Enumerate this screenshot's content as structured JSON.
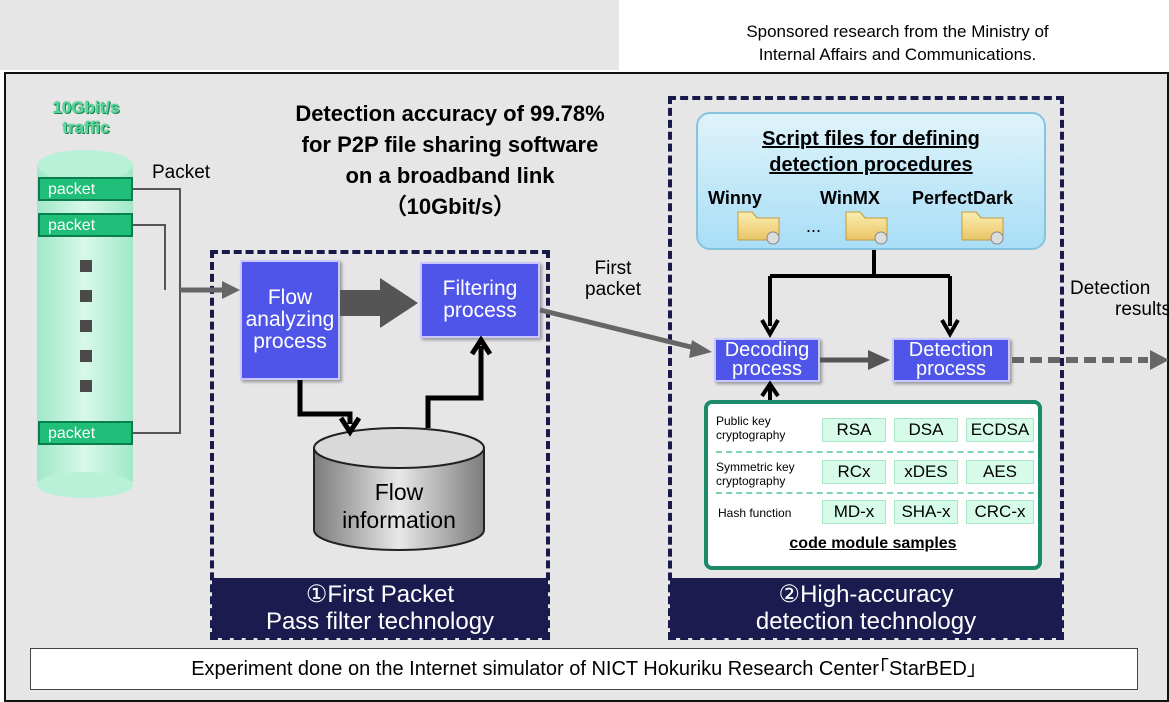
{
  "sponsor": {
    "line1": "Sponsored research  from the Ministry of",
    "line2": "Internal Affairs and Communications."
  },
  "traffic": {
    "title1": "10Gbit/s",
    "title2": "traffic",
    "packet_label": "Packet",
    "packets": [
      "packet",
      "packet",
      "packet"
    ]
  },
  "accuracy": {
    "line1": "Detection accuracy of 99.78%",
    "line2": "for P2P file sharing software",
    "line3": "on a broadband link",
    "line4": "（10Gbit/s）"
  },
  "left_section": {
    "flow_analyzing": "Flow analyzing process",
    "filtering": "Filtering process",
    "flow_info_l1": "Flow",
    "flow_info_l2": "information",
    "label_l1": "①First Packet",
    "label_l2": "Pass filter technology"
  },
  "first_packet": {
    "l1": "First",
    "l2": "packet"
  },
  "right_section": {
    "script_title_l1": "Script files for defining",
    "script_title_l2": "detection procedures",
    "apps": [
      "Winny",
      "WinMX",
      "PerfectDark"
    ],
    "ellipsis": "...",
    "decoding_l1": "Decoding",
    "decoding_l2": "process",
    "detection_l1": "Detection",
    "detection_l2": "process",
    "modules": [
      {
        "category": "Public key cryptography",
        "items": [
          "RSA",
          "DSA",
          "ECDSA"
        ]
      },
      {
        "category": "Symmetric key cryptography",
        "items": [
          "RCx",
          "xDES",
          "AES"
        ]
      },
      {
        "category": "Hash function",
        "items": [
          "MD-x",
          "SHA-x",
          "CRC-x"
        ]
      }
    ],
    "modules_caption": "code module samples",
    "label_l1": "②High-accuracy",
    "label_l2": "detection technology"
  },
  "results": {
    "l1": "Detection",
    "l2": "results"
  },
  "footer": "Experiment done on the Internet simulator of NICT Hokuriku Research Center｢StarBED｣",
  "colors": {
    "process_box": "#4f55e8",
    "navy": "#1b1b50",
    "packet_green": "#1fbf7a",
    "module_border": "#1a8a6a"
  }
}
